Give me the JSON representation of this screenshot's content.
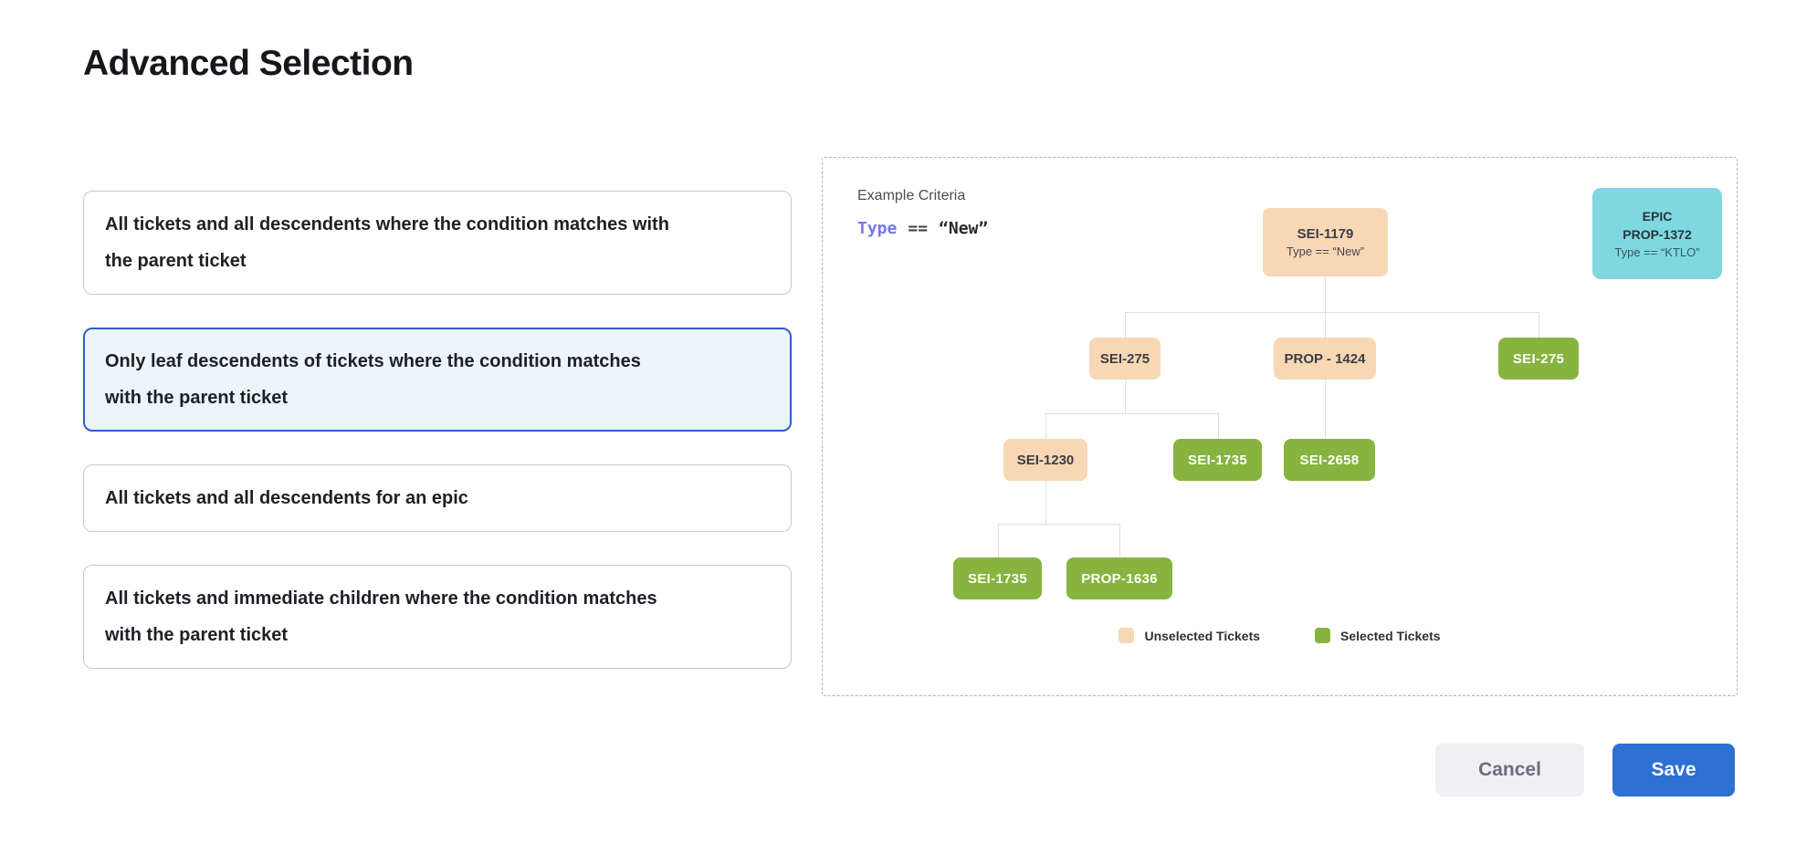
{
  "page": {
    "title": "Advanced Selection"
  },
  "options": [
    {
      "label": "All tickets and all descendents where the condition matches with the parent ticket",
      "selected": false
    },
    {
      "label": "Only leaf descendents of tickets where the condition matches with the parent ticket",
      "selected": true
    },
    {
      "label": "All tickets and all descendents for an epic",
      "selected": false
    },
    {
      "label": "All tickets and immediate children where the condition matches with the parent ticket",
      "selected": false
    }
  ],
  "example": {
    "heading": "Example Criteria",
    "criteria": {
      "field": "Type",
      "operator": "==",
      "value": "“New”"
    },
    "epic_card": {
      "type_label": "EPIC",
      "ticket": "PROP-1372",
      "condition": "Type == “KTLO”"
    },
    "tree": {
      "root": {
        "id": "SEI-1179",
        "condition": "Type == “New”",
        "state": "unselected"
      },
      "level2": [
        {
          "id": "SEI-275",
          "state": "unselected"
        },
        {
          "id": "PROP - 1424",
          "state": "unselected"
        },
        {
          "id": "SEI-275",
          "state": "selected"
        }
      ],
      "level3": [
        {
          "id": "SEI-1230",
          "state": "unselected"
        },
        {
          "id": "SEI-1735",
          "state": "selected"
        },
        {
          "id": "SEI-2658",
          "state": "selected"
        }
      ],
      "level4": [
        {
          "id": "SEI-1735",
          "state": "selected"
        },
        {
          "id": "PROP-1636",
          "state": "selected"
        }
      ]
    },
    "legend": [
      {
        "label": "Unselected Tickets",
        "color": "#f8d7b5"
      },
      {
        "label": "Selected Tickets",
        "color": "#86b43f"
      }
    ]
  },
  "footer": {
    "cancel_label": "Cancel",
    "save_label": "Save"
  },
  "colors": {
    "accent_blue": "#2e6fd2",
    "selected_card_border": "#2b5fc4",
    "selected_card_bg": "#ecf5fa",
    "unselected_ticket": "#f8d7b5",
    "selected_ticket": "#86b43f",
    "epic_ticket": "#7fd8e1",
    "criteria_field_text": "#7479ee"
  }
}
